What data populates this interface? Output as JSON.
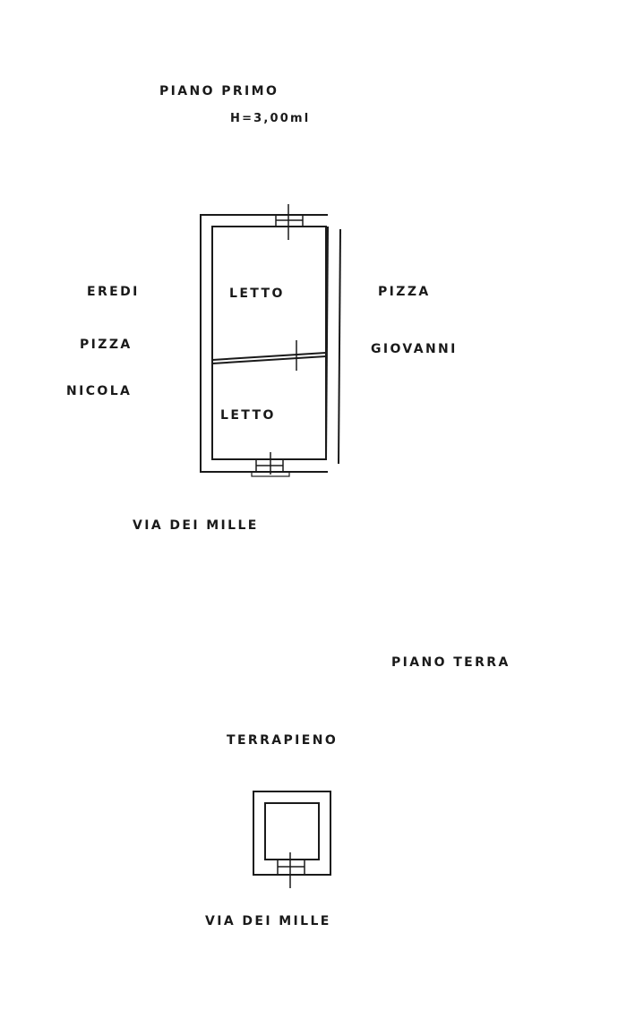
{
  "first_floor": {
    "title": "PIANO PRIMO",
    "height_note": "H=3,00ml",
    "rooms": [
      "LETTO",
      "LETTO"
    ],
    "west_neighbor": [
      "EREDI",
      "PIZZA",
      "NICOLA"
    ],
    "east_neighbor": [
      "PIZZA",
      "GIOVANNI"
    ],
    "street": "VIA DEI MILLE"
  },
  "ground_floor": {
    "title": "PIANO TERRA",
    "north_label": "TERRAPIENO",
    "street": "VIA DEI MILLE"
  },
  "colors": {
    "ink": "#1a1a1a",
    "paper": "#ffffff"
  }
}
